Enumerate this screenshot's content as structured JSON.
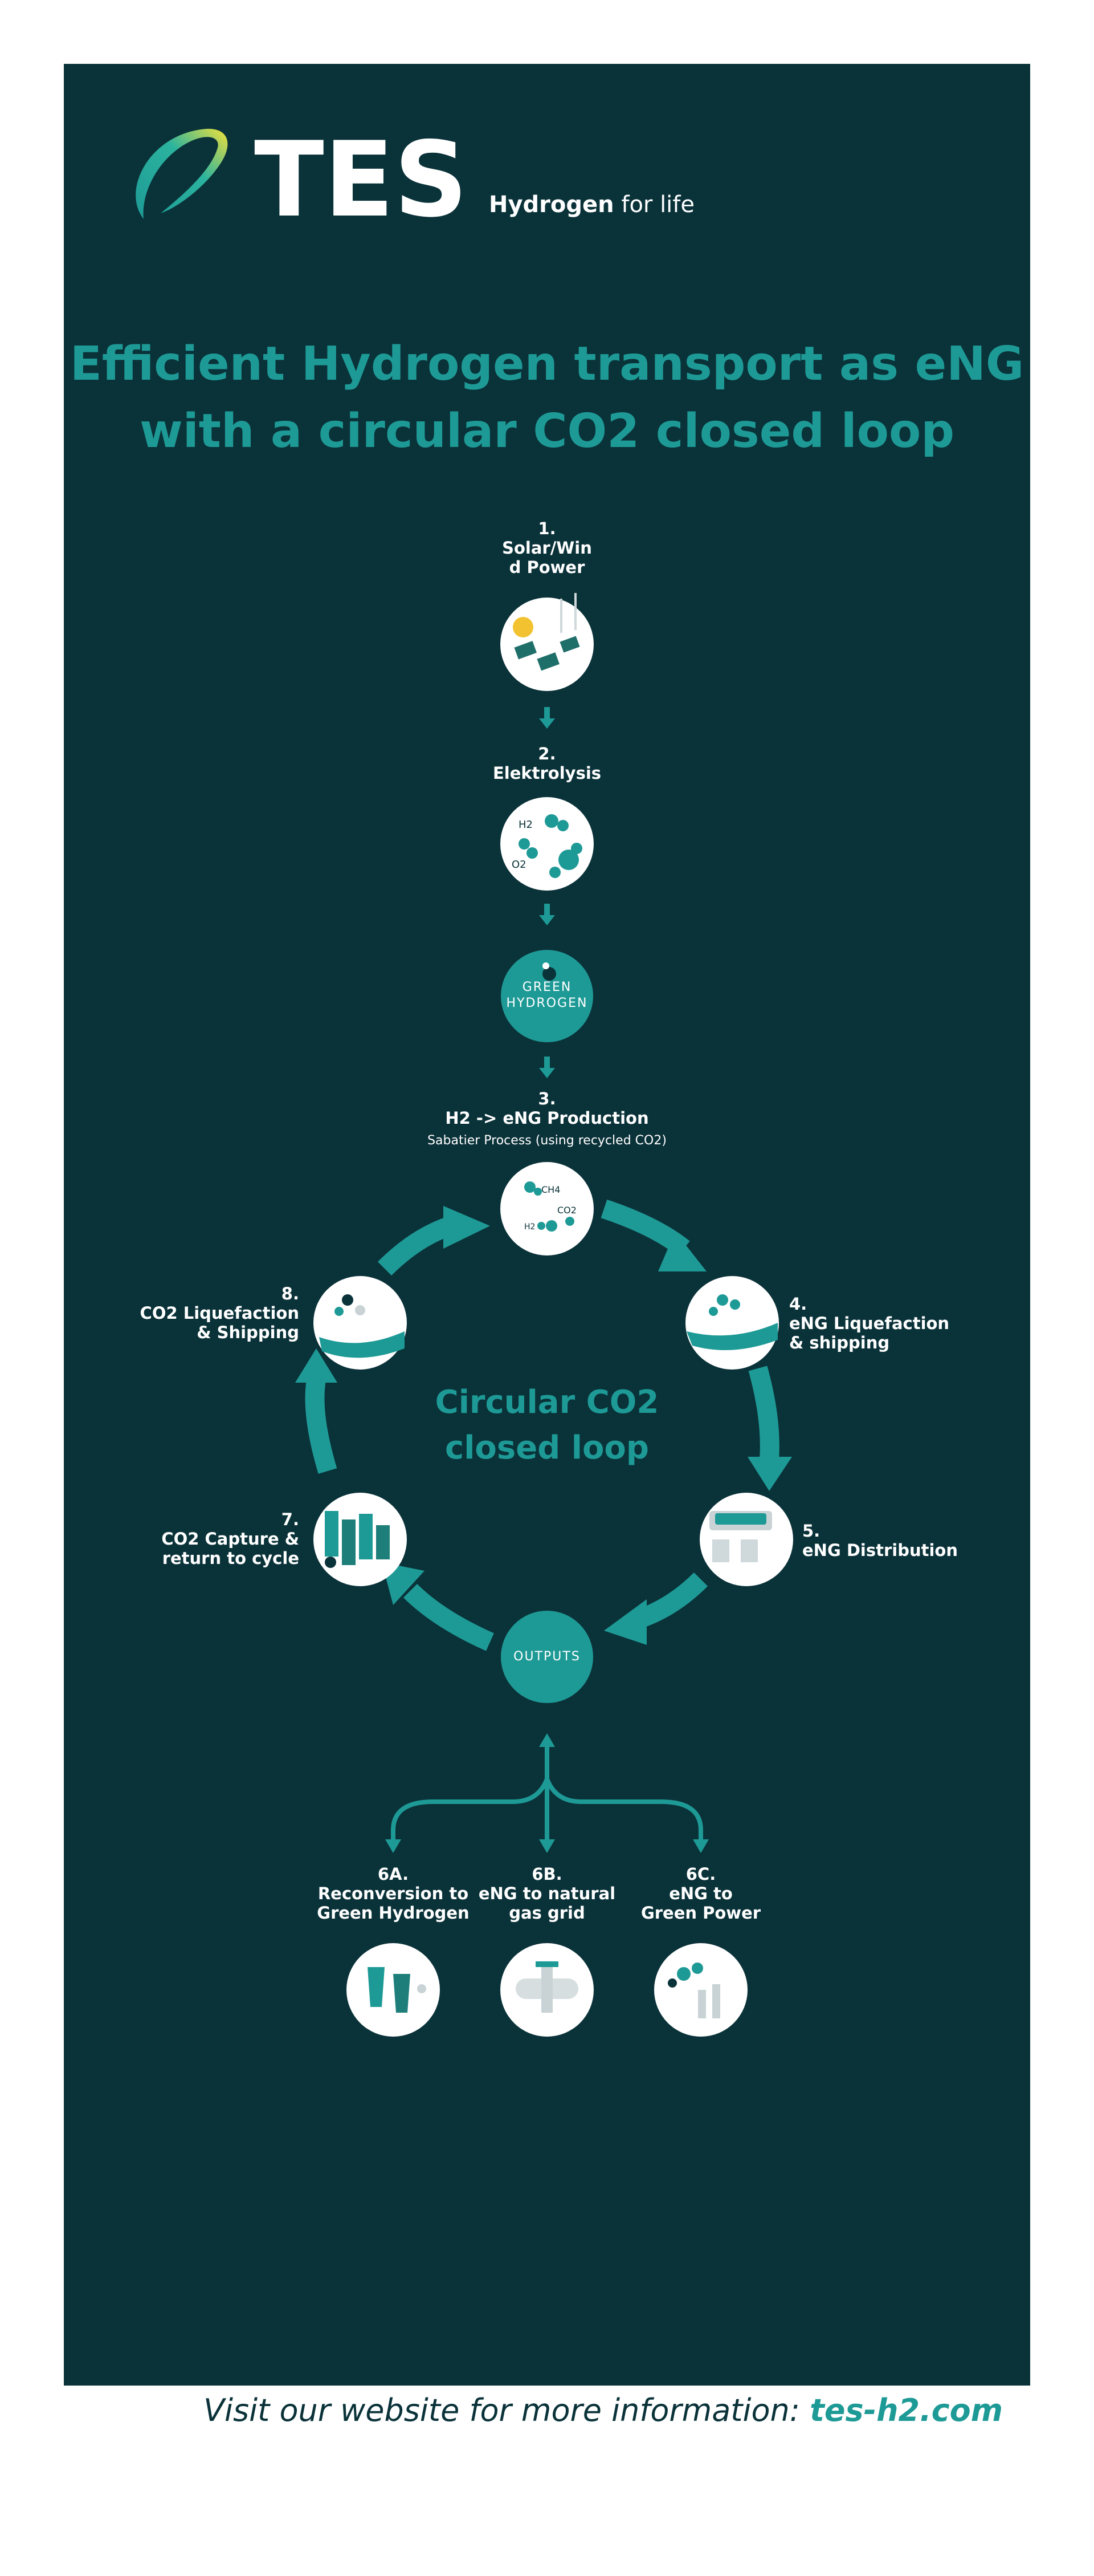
{
  "brand": {
    "name": "TES",
    "tagline_bold": "Hydrogen",
    "tagline_rest": " for life"
  },
  "headline": {
    "line1": "Efficient Hydrogen transport as eNG",
    "line2": "with a circular CO2 closed loop"
  },
  "steps": {
    "s1": {
      "num": "1.",
      "title": "Solar/Win\nd Power"
    },
    "s2": {
      "num": "2.",
      "title": "Elektrolysis"
    },
    "green": {
      "line1": "GREEN",
      "line2": "HYDROGEN"
    },
    "s3": {
      "num": "3.",
      "title": "H2 -> eNG Production",
      "sub": "Sabatier Process (using recycled CO2)"
    },
    "s4": {
      "num": "4.",
      "title": "eNG Liquefaction\n& shipping"
    },
    "s5": {
      "num": "5.",
      "title": "eNG Distribution"
    },
    "outputs": "OUTPUTS",
    "s7": {
      "num": "7.",
      "title": "CO2 Capture &\nreturn to cycle"
    },
    "s8": {
      "num": "8.",
      "title": "CO2 Liquefaction\n& Shipping"
    },
    "s6a": {
      "num": "6A.",
      "title": "Reconversion to\nGreen Hydrogen"
    },
    "s6b": {
      "num": "6B.",
      "title": "eNG to natural\ngas grid"
    },
    "s6c": {
      "num": "6C.",
      "title": "eNG to\nGreen Power"
    }
  },
  "icon_text": {
    "h2": "H2",
    "o2": "O2",
    "ch4": "CH4",
    "co2": "CO2"
  },
  "loop": {
    "line1": "Circular CO2",
    "line2": "closed loop"
  },
  "footer": {
    "text": "Visit our website for more information: ",
    "url": "tes-h2.com"
  },
  "colors": {
    "background": "#0a3239",
    "teal": "#1e9a96",
    "white": "#ffffff"
  }
}
